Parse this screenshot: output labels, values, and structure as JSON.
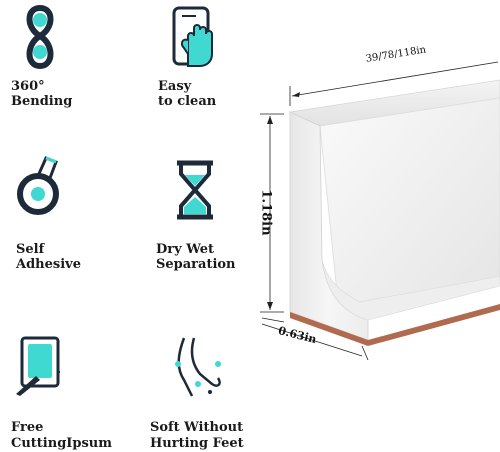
{
  "features": [
    {
      "icon": "bending-360-icon",
      "line1": "360°",
      "line2": "Bending"
    },
    {
      "icon": "easy-clean-hand-icon",
      "line1": "Easy",
      "line2": "to clean"
    },
    {
      "icon": "adhesive-tape-roll-icon",
      "line1": "Self",
      "line2": "Adhesive"
    },
    {
      "icon": "hourglass-icon",
      "line1": "Dry Wet",
      "line2": "Separation"
    },
    {
      "icon": "cutting-knife-icon",
      "line1": "Free",
      "line2": "CuttingIpsum"
    },
    {
      "icon": "soft-feet-icon",
      "line1": "Soft Without",
      "line2": "Hurting Feet"
    }
  ],
  "dimensions": {
    "length": "39/78/118in",
    "height": "1.18in",
    "depth": "0.63in"
  },
  "colors": {
    "accent": "#3fd9d2",
    "icon_stroke": "#1c2a3a"
  }
}
